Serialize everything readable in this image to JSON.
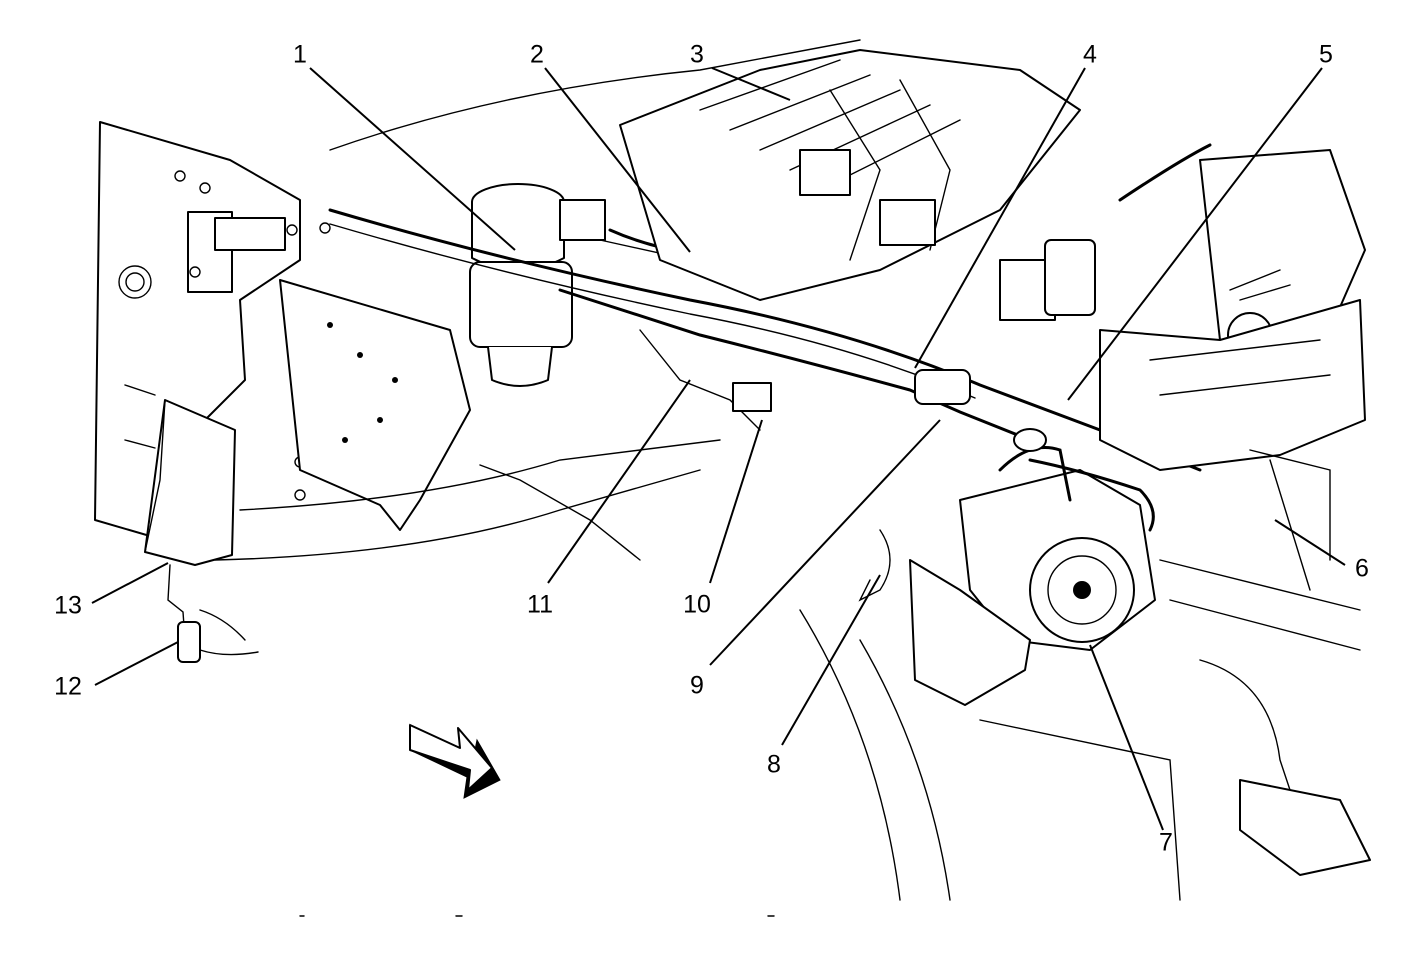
{
  "diagram": {
    "callouts": [
      {
        "id": "1",
        "label": "1"
      },
      {
        "id": "2",
        "label": "2"
      },
      {
        "id": "3",
        "label": "3"
      },
      {
        "id": "4",
        "label": "4"
      },
      {
        "id": "5",
        "label": "5"
      },
      {
        "id": "6",
        "label": "6"
      },
      {
        "id": "7",
        "label": "7"
      },
      {
        "id": "8",
        "label": "8"
      },
      {
        "id": "9",
        "label": "9"
      },
      {
        "id": "10",
        "label": "10"
      },
      {
        "id": "11",
        "label": "11"
      },
      {
        "id": "12",
        "label": "12"
      },
      {
        "id": "13",
        "label": "13"
      }
    ],
    "icons": {
      "direction_arrow": "forward-arrow-icon"
    },
    "colors": {
      "ink": "#000000",
      "paper": "#ffffff"
    }
  }
}
